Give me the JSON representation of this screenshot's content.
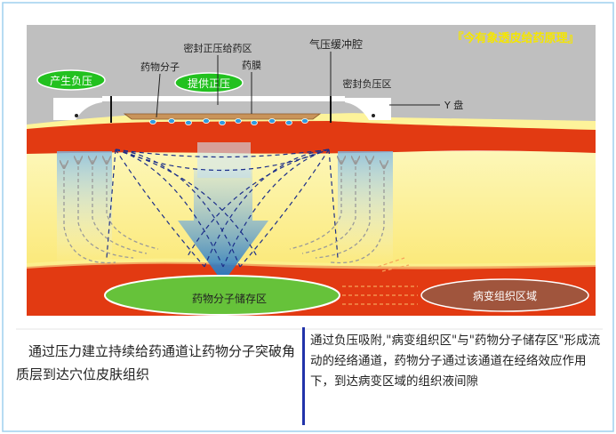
{
  "title": "『今有象透皮给药原理』",
  "labels": {
    "sealed_positive_zone": "密封正压给药区",
    "air_buffer_chamber": "气压缓冲腔",
    "drug_molecules": "药物分子",
    "drug_film": "药膜",
    "generate_negative_pressure": "产生负压",
    "provide_positive_pressure": "提供正压",
    "sealed_negative_zone": "密封负压区",
    "y_plate": "Y 盘",
    "drug_storage_zone": "药物分子储存区",
    "lesion_zone": "病变组织区域"
  },
  "captions": {
    "left": "通过压力建立持续给药通道让药物分子突破角质层到达穴位皮肤组织",
    "right": "通过负压吸附,\"病变组织区\"与\"药物分子储存区\"形成流动的经络通道，药物分子通过该通道在经络效应作用下，到达病变区域的组织液间隙"
  },
  "colors": {
    "background_gray": "#bfbfbf",
    "skin_yellow": "#fdf39a",
    "tissue_red": "#e23a12",
    "storage_green": "#66c23a",
    "lesion_brown": "#a0553d",
    "title_yellow": "#f5e600",
    "arrow_blue": "#2a79c0"
  }
}
